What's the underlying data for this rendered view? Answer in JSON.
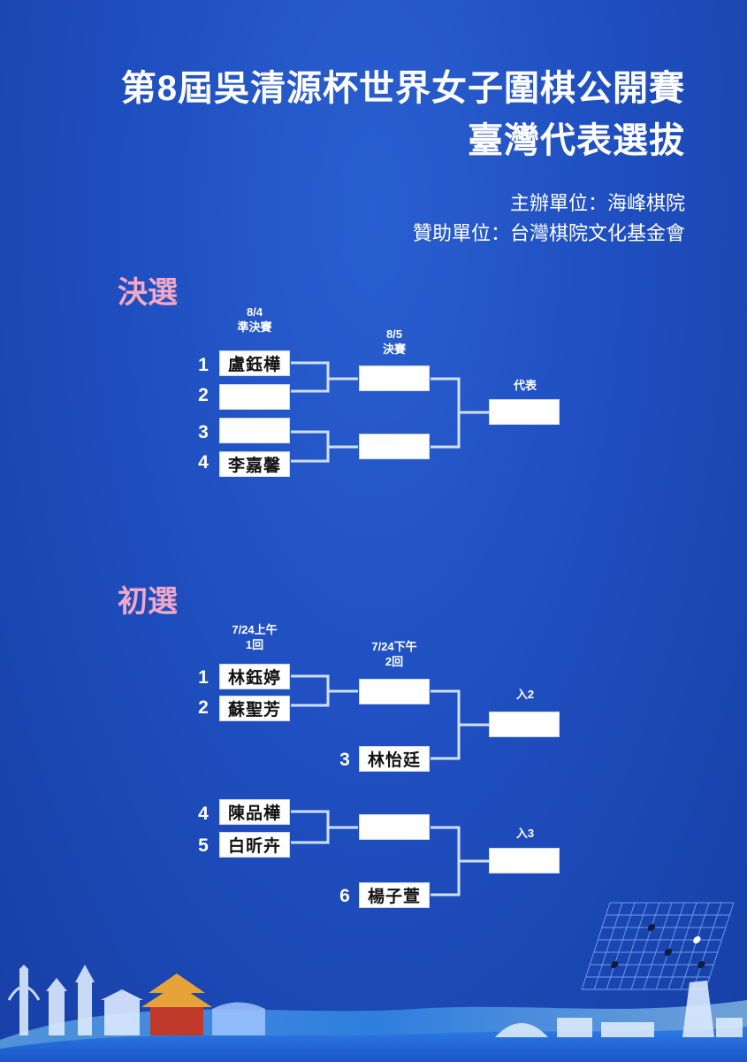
{
  "header": {
    "title_line1": "第8屆吳清源杯世界女子圍棋公開賽",
    "title_line2": "臺灣代表選拔",
    "organizer": "主辦單位：海峰棋院",
    "sponsor": "贊助單位：台灣棋院文化基金會"
  },
  "finals": {
    "heading": "決選",
    "semis_date": "8/4",
    "semis_label": "準決賽",
    "final_date": "8/5",
    "final_label": "決賽",
    "winner_label": "代表",
    "seeds": [
      "1",
      "2",
      "3",
      "4"
    ],
    "players": [
      "盧鈺樺",
      "",
      "",
      "李嘉馨"
    ]
  },
  "prelims": {
    "heading": "初選",
    "round1_date": "7/24上午",
    "round1_label": "1回",
    "round2_date": "7/24下午",
    "round2_label": "2回",
    "advance_a": "入2",
    "advance_b": "入3",
    "seeds": [
      "1",
      "2",
      "3",
      "4",
      "5",
      "6"
    ],
    "players": [
      "林鈺婷",
      "蘇聖芳",
      "林怡廷",
      "陳品樺",
      "白昕卉",
      "楊子萱"
    ]
  },
  "colors": {
    "background": "#1f4fc0",
    "accent_pink": "#f3a8c5",
    "bracket_line": "#cfe0ff"
  }
}
